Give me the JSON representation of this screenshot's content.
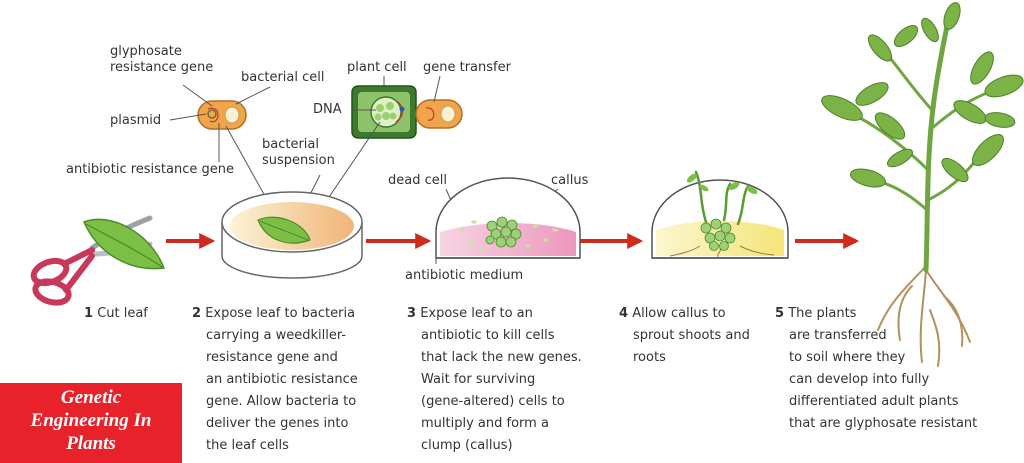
{
  "title": [
    "Genetic",
    "Engineering In",
    "Plants"
  ],
  "labels": {
    "glyphosate_gene": [
      "glyphosate",
      "resistance gene"
    ],
    "bacterial_cell": "bacterial cell",
    "plasmid": "plasmid",
    "antibiotic_gene": "antibiotic resistance gene",
    "plant_cell": "plant cell",
    "gene_transfer": "gene transfer",
    "dna": "DNA",
    "bacterial_suspension": [
      "bacterial",
      "suspension"
    ],
    "dead_cell": "dead cell",
    "callus": "callus",
    "antibiotic_medium": "antibiotic medium"
  },
  "steps": [
    {
      "num": "1",
      "lines": [
        "Cut leaf"
      ]
    },
    {
      "num": "2",
      "lines": [
        "Expose leaf to bacteria",
        "carrying a weedkiller-",
        "resistance gene and",
        "an antibiotic resistance",
        "gene. Allow bacteria to",
        "deliver the genes into",
        "the leaf cells"
      ]
    },
    {
      "num": "3",
      "lines": [
        "Expose leaf to an",
        "antibiotic to kill cells",
        "that lack the new genes.",
        "Wait for surviving",
        "(gene-altered) cells to",
        "multiply and form a",
        "clump (callus)"
      ]
    },
    {
      "num": "4",
      "lines": [
        "Allow callus to",
        "sprout shoots and",
        "roots"
      ]
    },
    {
      "num": "5",
      "lines": [
        "The plants",
        "are transferred",
        "to soil where they",
        "can develop into fully",
        "differentiated adult plants",
        "that are glyphosate resistant"
      ]
    }
  ],
  "colors": {
    "arrow": "#d02a1e",
    "title_bg": "#e8222b",
    "leaf": "#7bbf44",
    "scissors": "#c8385a",
    "medium_pink": "#f2a9c8",
    "medium_yellow": "#f7ee9a",
    "callus": "#9ed07a"
  }
}
